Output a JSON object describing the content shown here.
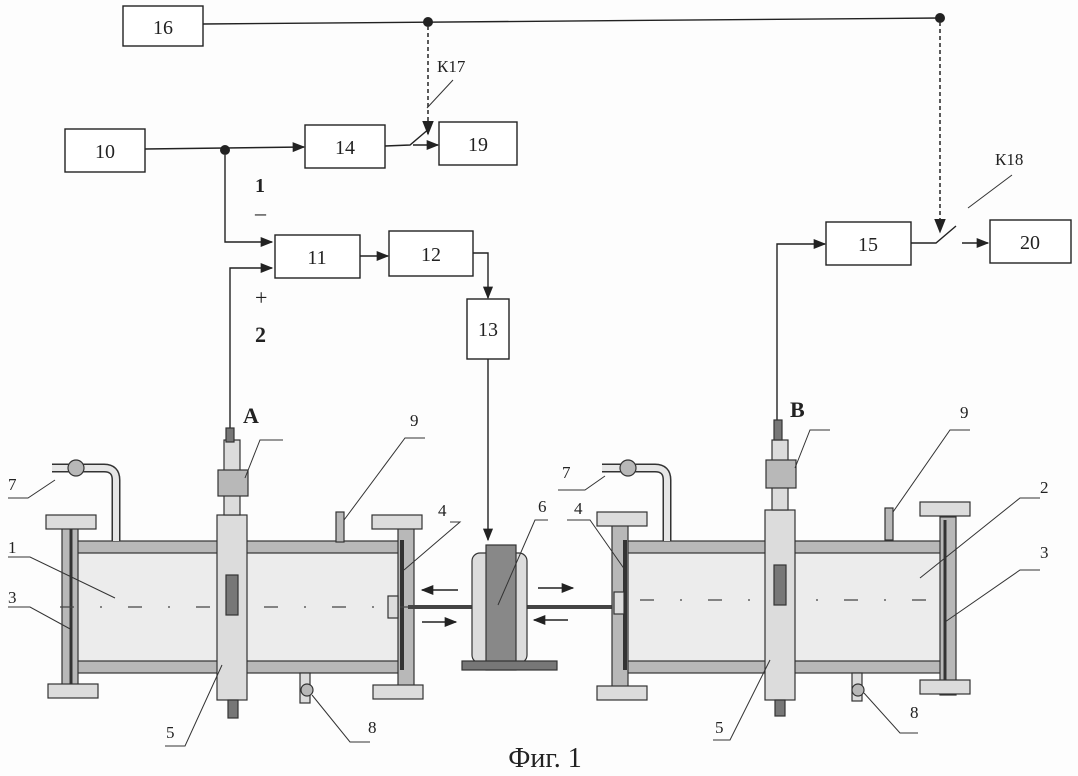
{
  "figure": {
    "caption": "Фиг. 1",
    "blocks": {
      "b16": "16",
      "b10": "10",
      "b14": "14",
      "b19": "19",
      "b11": "11",
      "b12": "12",
      "b13": "13",
      "b15": "15",
      "b20": "20"
    },
    "switches": {
      "k17": "К17",
      "k18": "К18"
    },
    "inputs": {
      "in1": "1",
      "in1_sign": "–",
      "in2_sign": "+",
      "in2": "2"
    },
    "devices": {
      "a": "A",
      "b": "B"
    },
    "parts": {
      "p1": "1",
      "p2": "2",
      "p3_left": "3",
      "p3_right": "3",
      "p4_left": "4",
      "p4_right": "4",
      "p5_left": "5",
      "p5_right": "5",
      "p6": "6",
      "p7_left": "7",
      "p7_right": "7",
      "p8_left": "8",
      "p8_right": "8",
      "p9_left": "9",
      "p9_right": "9"
    }
  }
}
